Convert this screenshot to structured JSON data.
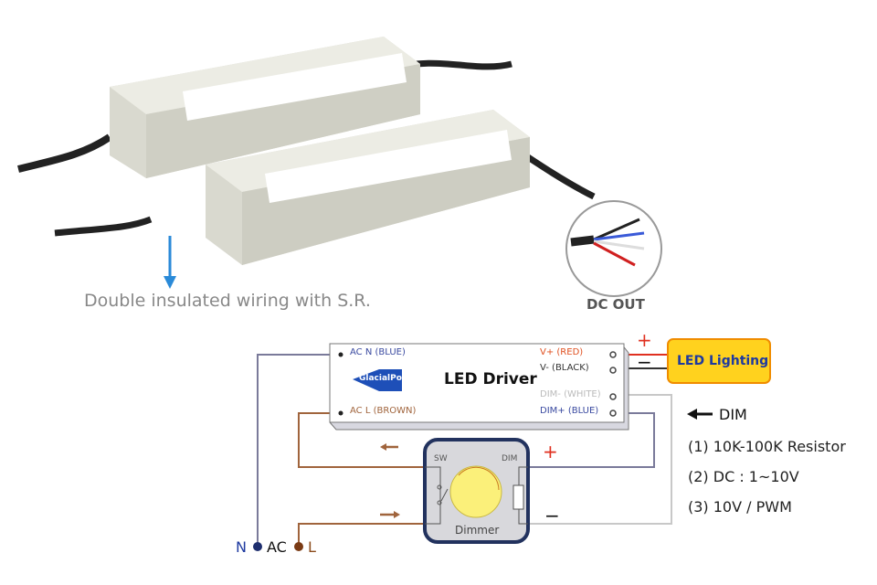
{
  "photo": {
    "caption": "Double insulated wiring with S.R.",
    "dc_out_label": "DC OUT"
  },
  "driver": {
    "brand": "GlacialPower",
    "title": "LED Driver",
    "ac_n": "AC  N (BLUE)",
    "ac_l": "AC  L (BROWN)",
    "v_plus": "V+ (RED)",
    "v_minus": "V-  (BLACK)",
    "dim_minus": "DIM-  (WHITE)",
    "dim_plus": "DIM+  (BLUE)"
  },
  "load": {
    "label": "LED Lighting",
    "plus": "+",
    "minus": "−"
  },
  "dimmer": {
    "label": "Dimmer",
    "sw": "SW",
    "dim": "DIM",
    "plus": "+",
    "minus": "−"
  },
  "mains": {
    "n": "N",
    "ac": "AC",
    "l": "L"
  },
  "dim_legend": {
    "title": "DIM",
    "options": [
      "(1)  10K-100K Resistor",
      "(2)  DC : 1~10V",
      "(3)  10V / PWM"
    ]
  },
  "colors": {
    "wire_blue": "#7a7a9a",
    "wire_brown": "#a0643c",
    "red": "#e03020",
    "load_fill": "#ffd21e",
    "load_border": "#f08c00",
    "dimmer_border": "#22325e"
  }
}
